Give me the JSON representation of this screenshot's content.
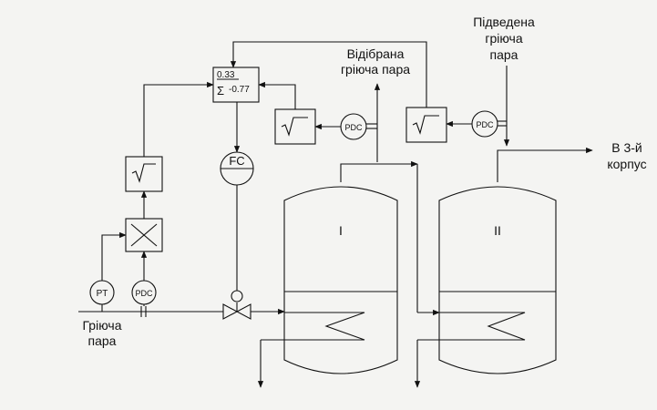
{
  "labels": {
    "heating_steam": [
      "Гріюча",
      "пара"
    ],
    "withdrawn_steam": [
      "Відібрана",
      "гріюча пара"
    ],
    "supplied_steam": [
      "Підведена",
      "гріюча",
      "пара"
    ],
    "to_third_body": [
      "В 3-й",
      "корпус"
    ]
  },
  "instruments": {
    "pt": "PT",
    "pdc": "PDC",
    "fc": "FC",
    "sqrt": "√‾",
    "multiply": "×",
    "sum_coef_top": "0.33",
    "sum_symbol": "Σ",
    "sum_coef_bottom": "-0.77"
  },
  "vessels": {
    "first": "I",
    "second": "II"
  }
}
